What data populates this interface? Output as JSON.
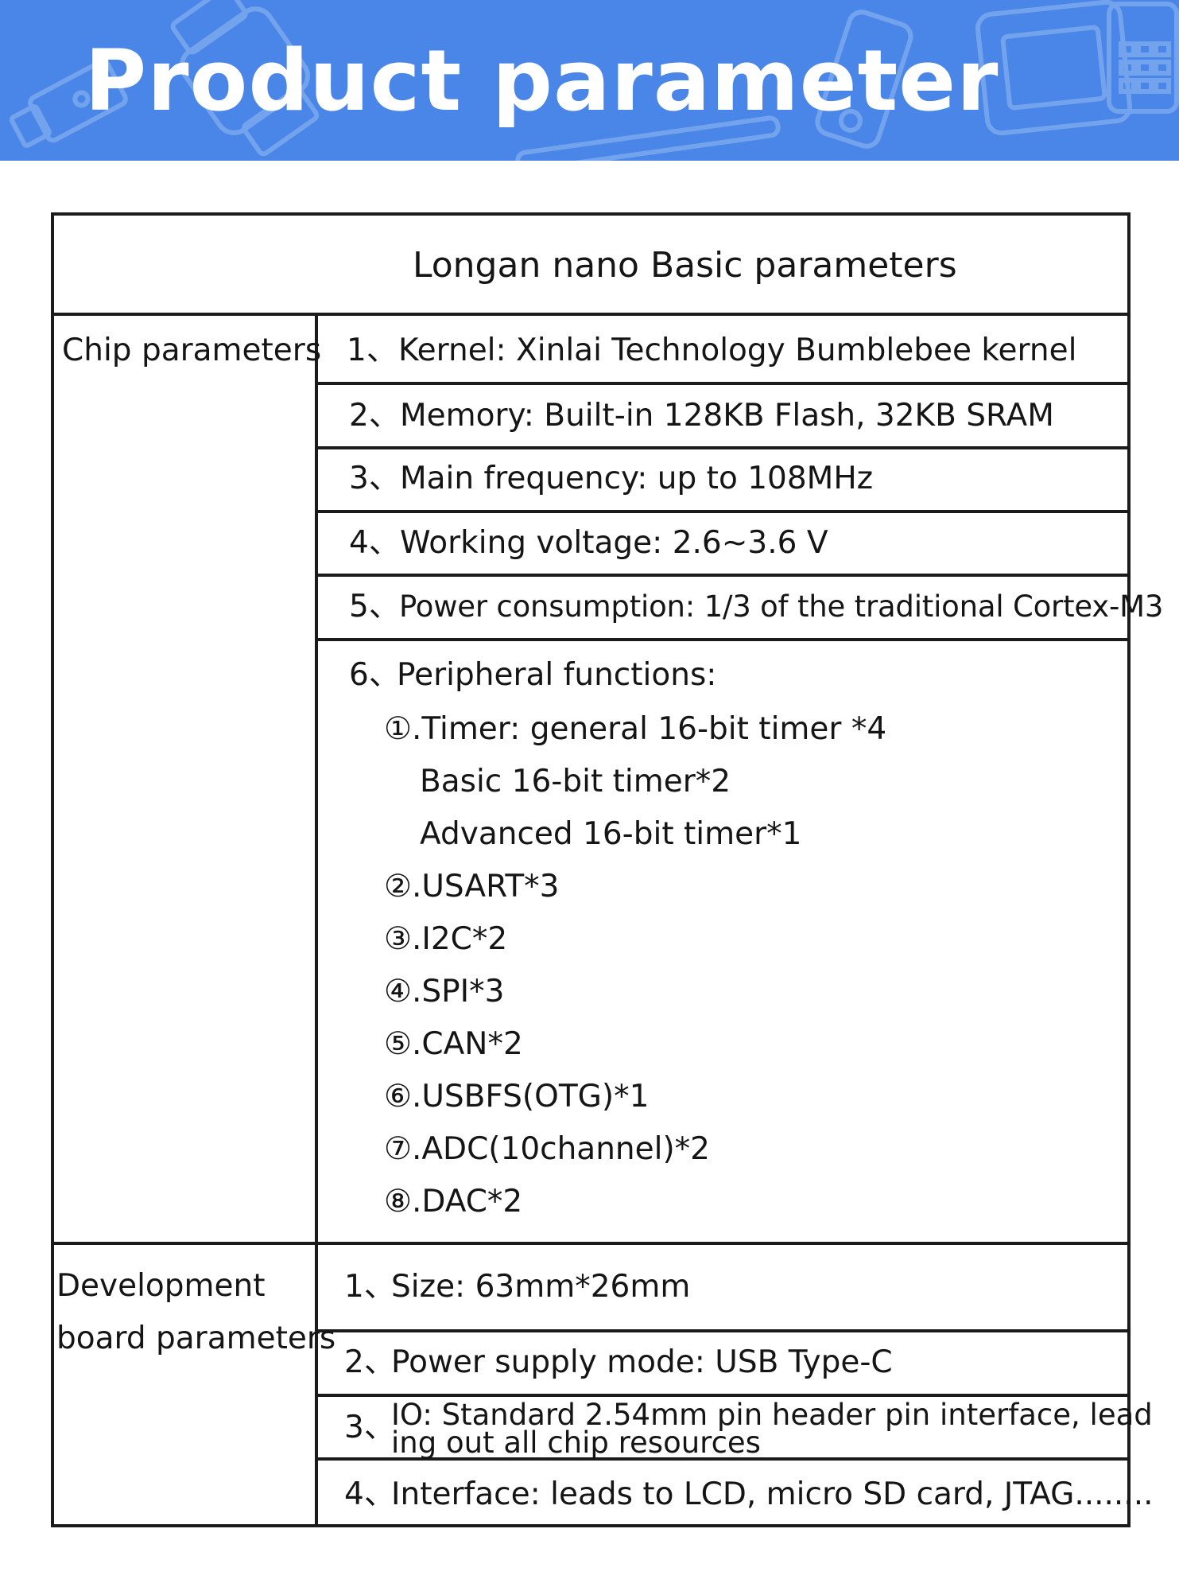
{
  "banner": {
    "title": "Product parameter",
    "bg_color": "#4a86e8",
    "decor_icons": [
      "usb-stick-icon",
      "smartwatch-icon",
      "phone-icon",
      "stylus-icon",
      "tablet-icon",
      "keypad-icon"
    ]
  },
  "table": {
    "header": "Longan nano  Basic parameters",
    "chip": {
      "label": "Chip parameters",
      "rows": [
        {
          "num": "1、",
          "text": "Kernel: Xinlai Technology Bumblebee kernel"
        },
        {
          "num": "2、",
          "text": "Memory: Built-in 128KB Flash, 32KB SRAM"
        },
        {
          "num": "3、",
          "text": "Main frequency: up to 108MHz"
        },
        {
          "num": "4、",
          "text": "Working voltage: 2.6~3.6 V"
        },
        {
          "num": "5、",
          "text": "Power consumption: 1/3 of the traditional Cortex-M3"
        }
      ],
      "peripheral": {
        "num": "6、",
        "title": "Peripheral functions:",
        "items": [
          "①.Timer: general 16-bit timer *4",
          "Basic 16-bit timer*2",
          "Advanced 16-bit timer*1",
          "②.USART*3",
          "③.I2C*2",
          "④.SPI*3",
          "⑤.CAN*2",
          "⑥.USBFS(OTG)*1",
          "⑦.ADC(10channel)*2",
          "⑧.DAC*2"
        ]
      }
    },
    "board": {
      "label_line1": "Development",
      "label_line2": "board parameters",
      "rows": [
        {
          "num": "1、",
          "text": "Size: 63mm*26mm"
        },
        {
          "num": "2、",
          "text": "Power supply mode: USB Type-C"
        },
        {
          "num": "3、",
          "text": "IO: Standard 2.54mm pin header pin interface, lead",
          "text2": "ing out all chip resources"
        },
        {
          "num": "4、",
          "text": "Interface: leads to LCD, micro SD card, JTAG........"
        }
      ]
    }
  }
}
